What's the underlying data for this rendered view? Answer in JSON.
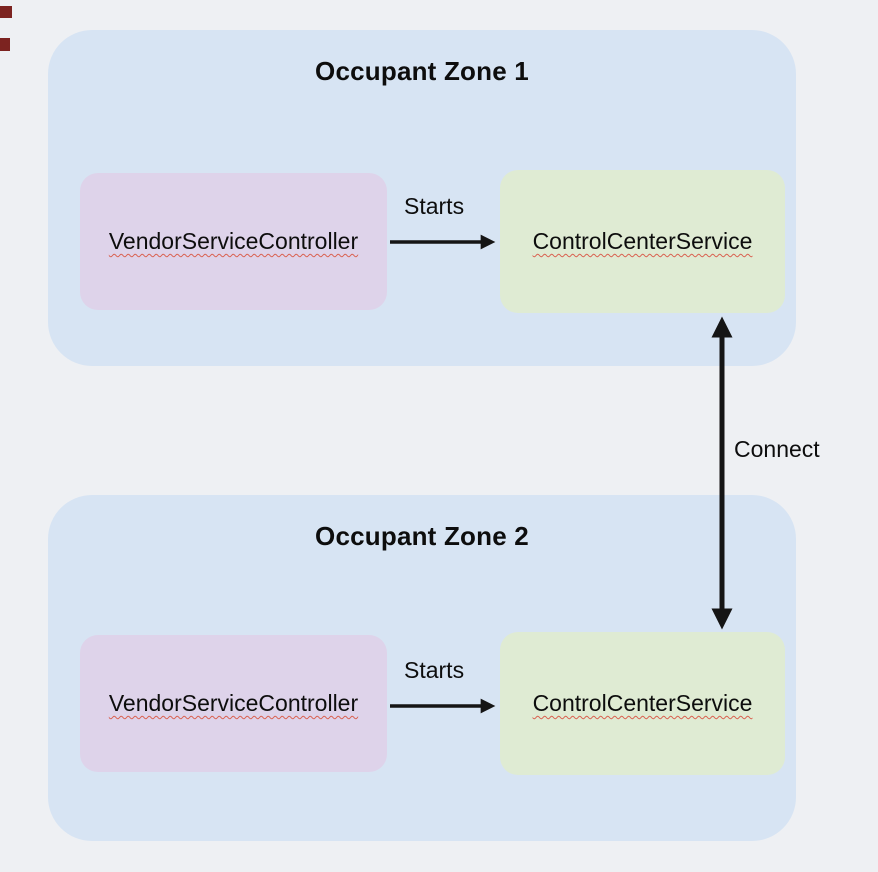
{
  "diagram": {
    "zones": [
      {
        "title": "Occupant Zone 1",
        "controller": "VendorServiceController",
        "service": "ControlCenterService",
        "starts_label": "Starts"
      },
      {
        "title": "Occupant Zone 2",
        "controller": "VendorServiceController",
        "service": "ControlCenterService",
        "starts_label": "Starts"
      }
    ],
    "connect_label": "Connect",
    "colors": {
      "background": "#eef0f3",
      "zone_fill": "#d7e4f3",
      "controller_fill": "#ded3ea",
      "service_fill": "#dfebd3",
      "arrow": "#151515",
      "spellcheck_underline": "#d9604f"
    }
  }
}
